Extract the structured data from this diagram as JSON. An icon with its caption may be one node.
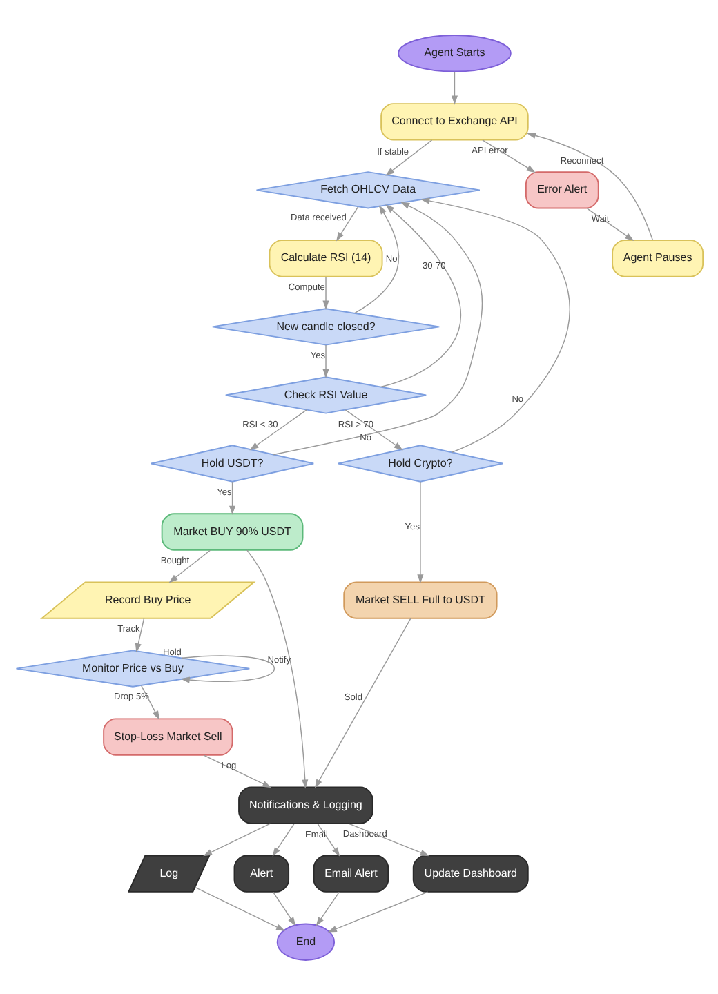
{
  "diagram": {
    "nodes": [
      {
        "text": [
          "Agent Starts"
        ]
      },
      {
        "text": [
          "Connect to Exchange API"
        ]
      },
      {
        "text": [
          "Fetch OHLCV Data"
        ]
      },
      {
        "text": [
          "Error Alert"
        ]
      },
      {
        "text": [
          "Calculate RSI (14)"
        ]
      },
      {
        "text": [
          "Agent Pauses"
        ]
      },
      {
        "text": [
          "New candle closed?"
        ]
      },
      {
        "text": [
          "Check RSI Value"
        ]
      },
      {
        "text": [
          "Hold USDT?"
        ]
      },
      {
        "text": [
          "Hold Crypto?"
        ]
      },
      {
        "text": [
          "Market BUY 90% USDT"
        ]
      },
      {
        "text": [
          "Market SELL Full to USDT"
        ]
      },
      {
        "text": [
          "Record Buy Price"
        ]
      },
      {
        "text": [
          "Monitor Price vs Buy"
        ]
      },
      {
        "text": [
          "Stop-Loss Market Sell"
        ]
      },
      {
        "text": [
          "Notifications & Logging"
        ]
      },
      {
        "text": [
          "Log"
        ]
      },
      {
        "text": [
          "Alert"
        ]
      },
      {
        "text": [
          "Email Alert"
        ]
      },
      {
        "text": [
          "Update Dashboard"
        ]
      },
      {
        "text": [
          "End"
        ]
      }
    ],
    "edges": [
      {
        "from": 0,
        "to": 1,
        "arrow": "to"
      },
      {
        "from": 1,
        "to": 2,
        "arrow": "to",
        "label": "If stable"
      },
      {
        "from": 1,
        "to": 3,
        "arrow": "to",
        "label": "API error"
      },
      {
        "from": 3,
        "to": 5,
        "arrow": "to",
        "label": "Wait"
      },
      {
        "from": 5,
        "to": 1,
        "arrow": "to",
        "label": "Reconnect"
      },
      {
        "from": 2,
        "to": 4,
        "arrow": "to",
        "label": "Data received"
      },
      {
        "from": 4,
        "to": 6,
        "arrow": "to",
        "label": "Compute"
      },
      {
        "from": 6,
        "to": 7,
        "arrow": "to",
        "label": "Yes"
      },
      {
        "from": 6,
        "to": 2,
        "arrow": "to",
        "label": "No"
      },
      {
        "from": 7,
        "to": 8,
        "arrow": "to",
        "label": "RSI < 30"
      },
      {
        "from": 7,
        "to": 9,
        "arrow": "to",
        "label": "RSI > 70"
      },
      {
        "from": 7,
        "to": 2,
        "arrow": "to",
        "label": "30-70"
      },
      {
        "from": 9,
        "to": 2,
        "arrow": "to",
        "label": "No"
      },
      {
        "from": 8,
        "to": 2,
        "arrow": "to",
        "label": "No"
      },
      {
        "from": 8,
        "to": 10,
        "arrow": "to",
        "label": "Yes"
      },
      {
        "from": 9,
        "to": 11,
        "arrow": "to",
        "label": "Yes"
      },
      {
        "from": 10,
        "to": 12,
        "arrow": "to",
        "label": "Bought"
      },
      {
        "from": 10,
        "to": 15,
        "arrow": "to",
        "label": "Notify"
      },
      {
        "from": 12,
        "to": 13,
        "arrow": "to",
        "label": "Track"
      },
      {
        "from": 13,
        "to": 13,
        "arrow": "to",
        "label": "Hold"
      },
      {
        "from": 13,
        "to": 14,
        "arrow": "to",
        "label": "Drop 5%"
      },
      {
        "from": 14,
        "to": 15,
        "arrow": "to",
        "label": "Log"
      },
      {
        "from": 11,
        "to": 15,
        "arrow": "to",
        "label": "Sold"
      },
      {
        "from": 15,
        "to": 16,
        "arrow": "to"
      },
      {
        "from": 15,
        "to": 17,
        "arrow": "to"
      },
      {
        "from": 15,
        "to": 18,
        "arrow": "to",
        "label": "Email"
      },
      {
        "from": 15,
        "to": 19,
        "arrow": "to",
        "label": "Dashboard"
      },
      {
        "from": 16,
        "to": 20,
        "arrow": "to"
      },
      {
        "from": 17,
        "to": 20,
        "arrow": "to"
      },
      {
        "from": 18,
        "to": 20,
        "arrow": "to"
      },
      {
        "from": 19,
        "to": 20,
        "arrow": "to"
      }
    ]
  }
}
